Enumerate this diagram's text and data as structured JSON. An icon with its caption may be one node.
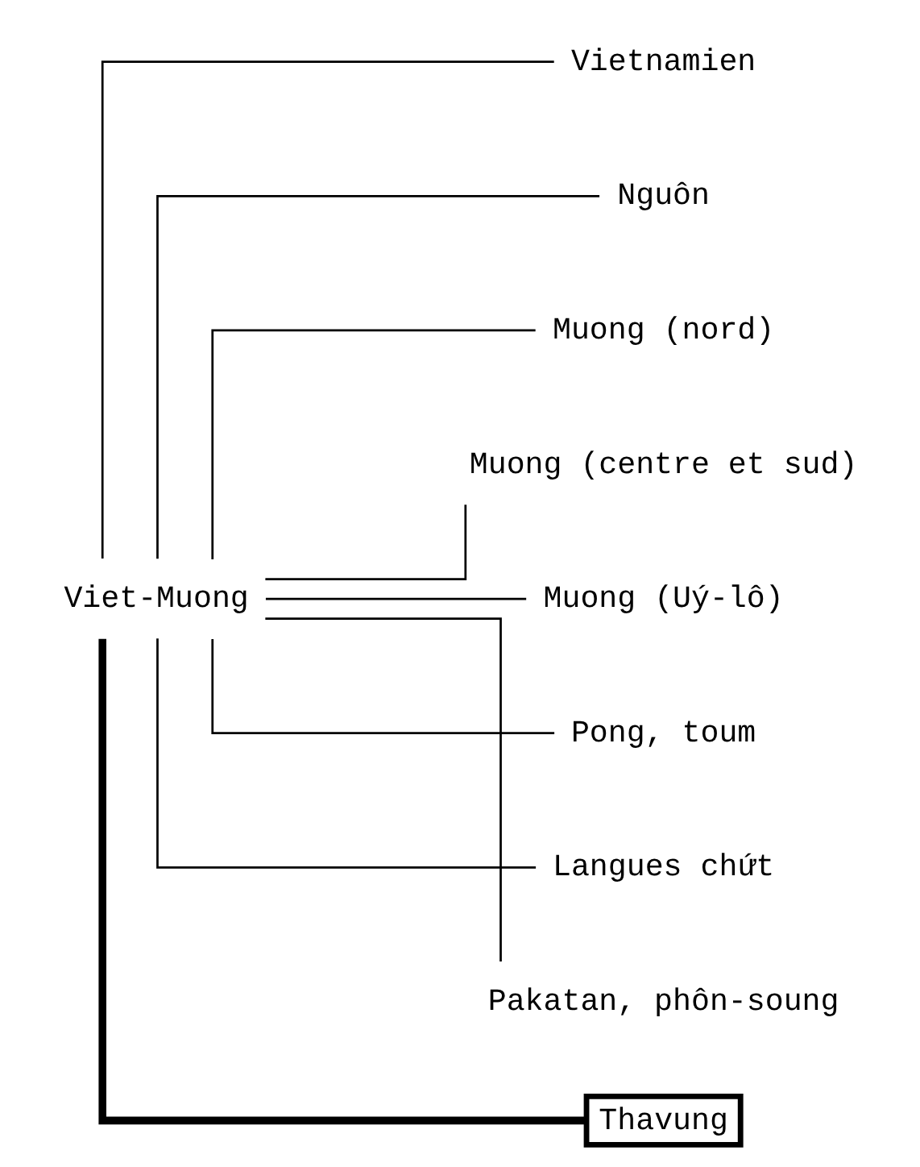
{
  "diagram": {
    "nodes": [
      {
        "text": [
          "Viet-Muong"
        ]
      },
      {
        "text": [
          "Vietnamien"
        ]
      },
      {
        "text": [
          "Nguôn"
        ]
      },
      {
        "text": [
          "Muong (nord)"
        ]
      },
      {
        "text": [
          "Muong (centre et sud)"
        ]
      },
      {
        "text": [
          "Muong (Uý-lô)"
        ]
      },
      {
        "text": [
          "Pong, toum"
        ]
      },
      {
        "text": [
          "Langues chứt"
        ]
      },
      {
        "text": [
          "Pakatan, phôn-soung"
        ]
      },
      {
        "text": [
          "Thavung"
        ]
      }
    ],
    "edges": [
      {
        "from": 0,
        "to": 1,
        "arrow": "none"
      },
      {
        "from": 0,
        "to": 2,
        "arrow": "none"
      },
      {
        "from": 0,
        "to": 3,
        "arrow": "none"
      },
      {
        "from": 0,
        "to": 4,
        "arrow": "none"
      },
      {
        "from": 0,
        "to": 5,
        "arrow": "none"
      },
      {
        "from": 0,
        "to": 6,
        "arrow": "none"
      },
      {
        "from": 0,
        "to": 7,
        "arrow": "none"
      },
      {
        "from": 0,
        "to": 8,
        "arrow": "none"
      },
      {
        "from": 0,
        "to": 9,
        "arrow": "none",
        "style": "thick"
      }
    ]
  }
}
